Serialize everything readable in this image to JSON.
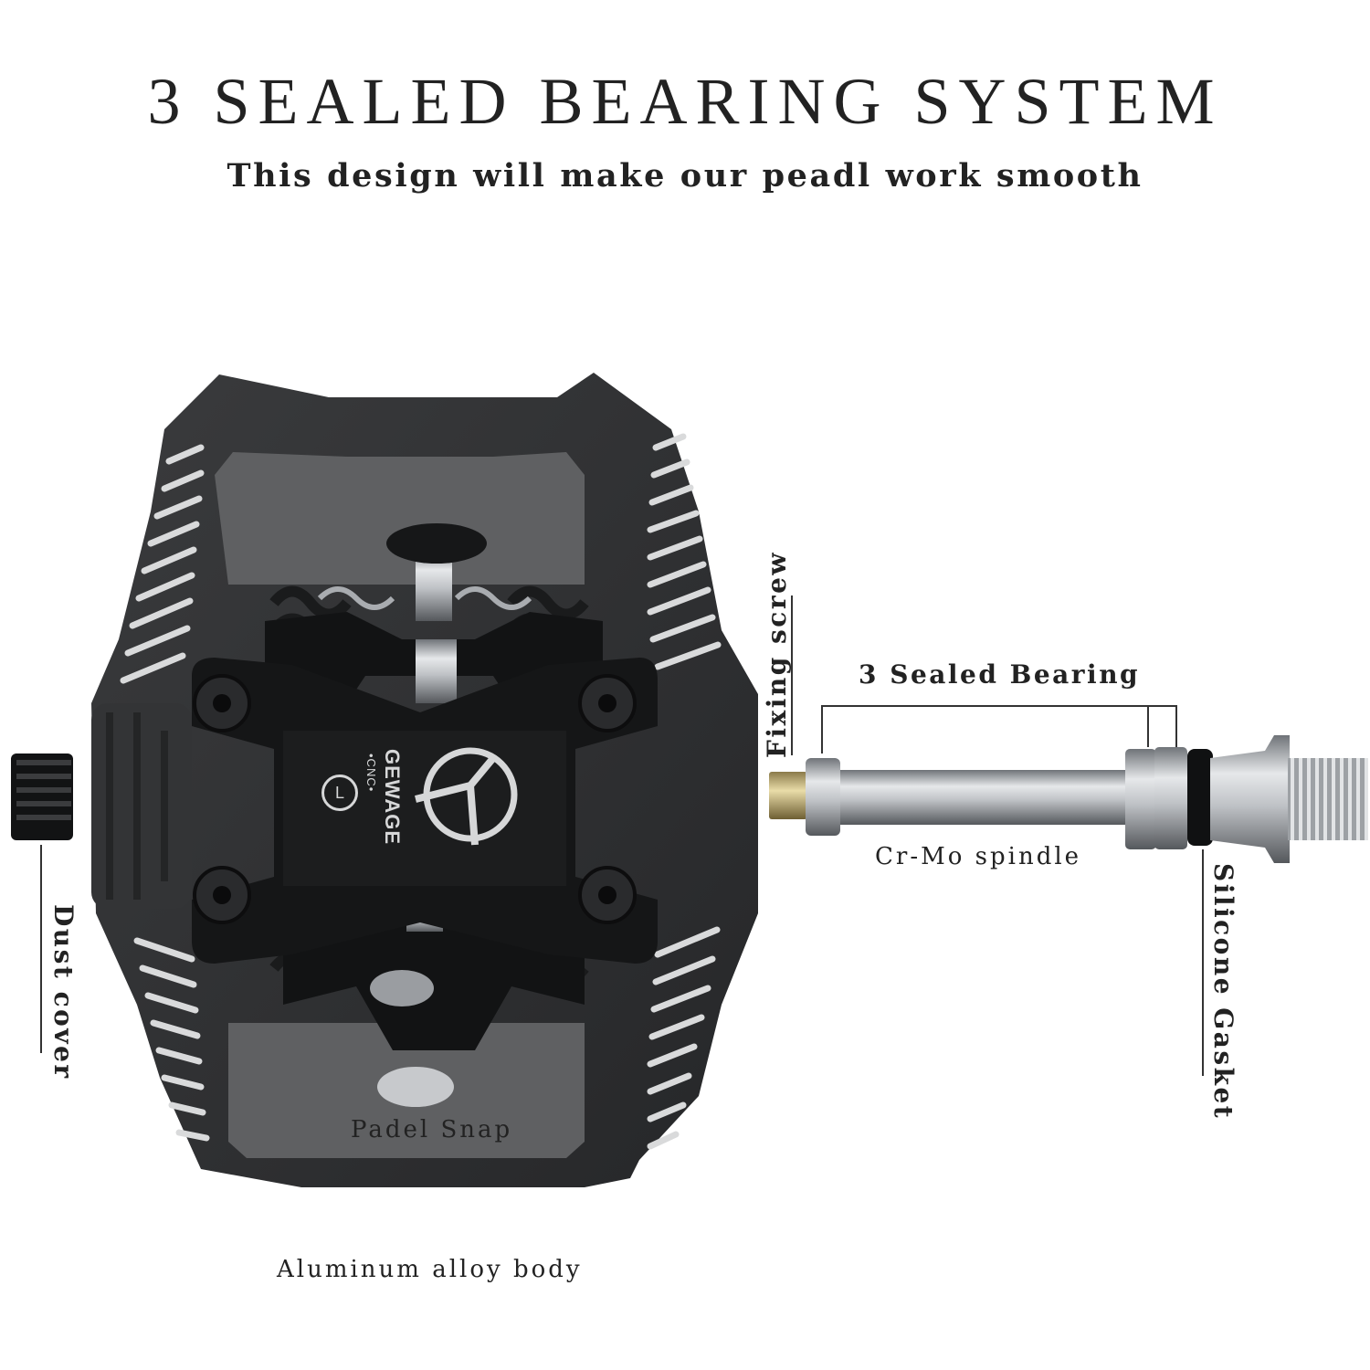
{
  "header": {
    "title": "3 SEALED BEARING SYSTEM",
    "subtitle": "This design will make our peadl work smooth"
  },
  "pedal": {
    "brand": "GEWAGE",
    "sub_brand": "•CNC•",
    "side_mark": "L"
  },
  "labels": {
    "dust_cover": "Dust cover",
    "fixing_screw": "Fixing screw",
    "sealed_bearing": "3 Sealed Bearing",
    "spindle": "Cr-Mo spindle",
    "silicone_gasket": "Silicone Gasket",
    "padel_snap": "Padel Snap",
    "body": "Aluminum alloy body"
  },
  "colors": {
    "pedal_body": "#2e2f31",
    "clip_black": "#111213",
    "metal_silver": "#b9bcc0",
    "stripe": "#d9dadb"
  }
}
